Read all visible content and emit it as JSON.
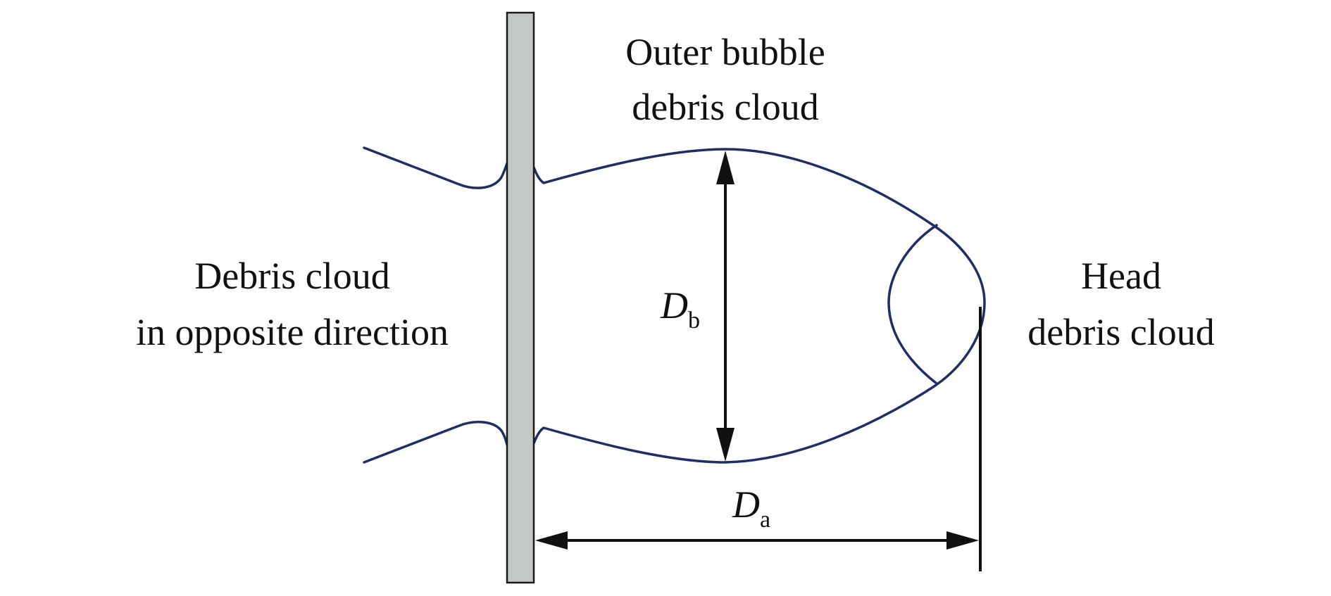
{
  "labels": {
    "outer_bubble_line1": "Outer bubble",
    "outer_bubble_line2": "debris cloud",
    "opposite_line1": "Debris cloud",
    "opposite_line2": "in opposite direction",
    "head_line1": "Head",
    "head_line2": "debris cloud"
  },
  "dimensions": {
    "db_main": "D",
    "db_sub": "b",
    "da_main": "D",
    "da_sub": "a"
  },
  "colors": {
    "plate_fill": "#c4c8c4",
    "plate_stroke": "#1a1a1a",
    "cloud_outline": "#1f2f66",
    "dimension_line": "#111111"
  }
}
